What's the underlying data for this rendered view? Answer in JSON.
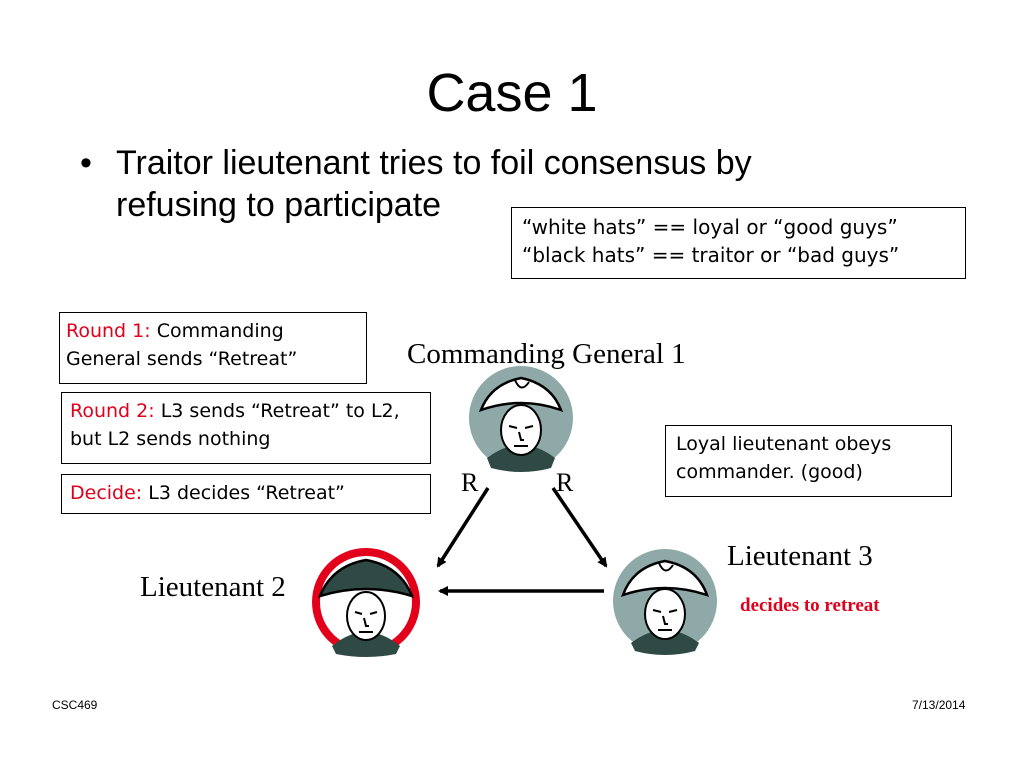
{
  "slide": {
    "title": "Case 1",
    "bullet_marker": "•",
    "bullet": "Traitor lieutenant tries to foil consensus by refusing to participate"
  },
  "legend": {
    "line1": "“white hats” == loyal or “good guys”",
    "line2": "“black hats” == traitor or “bad guys”"
  },
  "steps": {
    "round1": {
      "label": "Round 1:",
      "text": "Commanding General sends “Retreat”"
    },
    "round2": {
      "label": "Round 2:",
      "text": "L3 sends “Retreat” to L2, but L2 sends nothing"
    },
    "decide": {
      "label": "Decide:",
      "text": "L3 decides “Retreat”"
    }
  },
  "note": {
    "text": "Loyal lieutenant obeys commander. (good)"
  },
  "nodes": {
    "commander": {
      "label": "Commanding General 1",
      "hat": "white",
      "loyal": true
    },
    "lieutenant2": {
      "label": "Lieutenant 2",
      "hat": "black",
      "loyal": false
    },
    "lieutenant3": {
      "label": "Lieutenant 3",
      "hat": "white",
      "loyal": true,
      "note": "decides to retreat"
    }
  },
  "edges": {
    "commander_to_l2": "R",
    "commander_to_l3": "R"
  },
  "colors": {
    "accent_red": "#e0001b",
    "loyal_ring": "#8fa8a8",
    "traitor_ring": "#e3001b",
    "coat": "#2f4a45"
  },
  "footer": {
    "left": "CSC469",
    "right": "7/13/2014"
  }
}
